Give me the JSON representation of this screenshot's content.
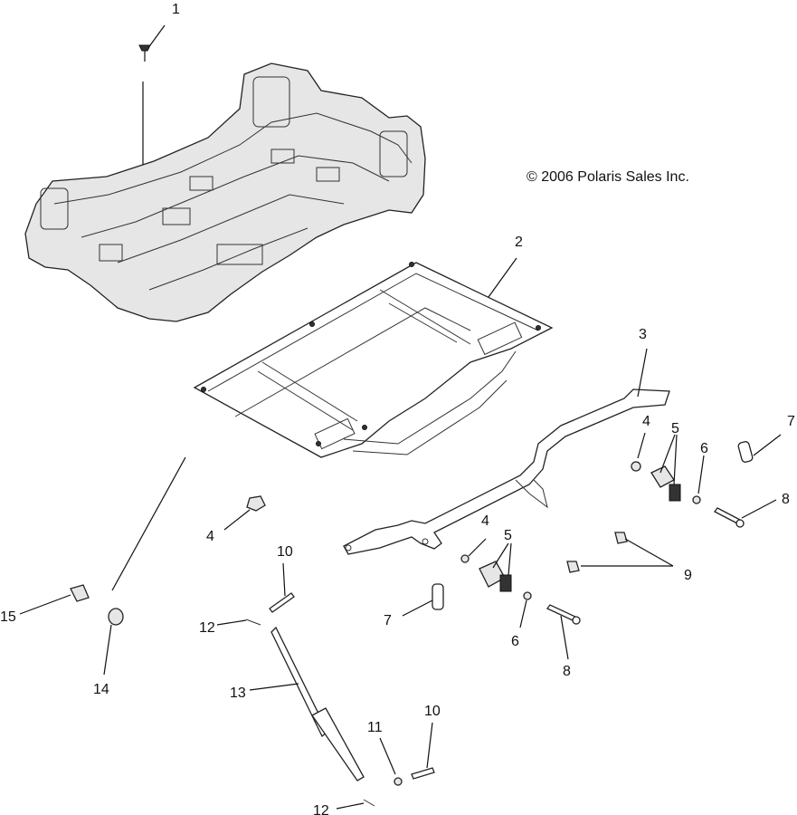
{
  "copyright": "© 2006 Polaris Sales Inc.",
  "callouts": [
    "1",
    "2",
    "3",
    "4",
    "5",
    "6",
    "7",
    "8",
    "4",
    "5",
    "6",
    "7",
    "8",
    "9",
    "10",
    "10",
    "11",
    "12",
    "12",
    "13",
    "14",
    "15",
    "4"
  ]
}
